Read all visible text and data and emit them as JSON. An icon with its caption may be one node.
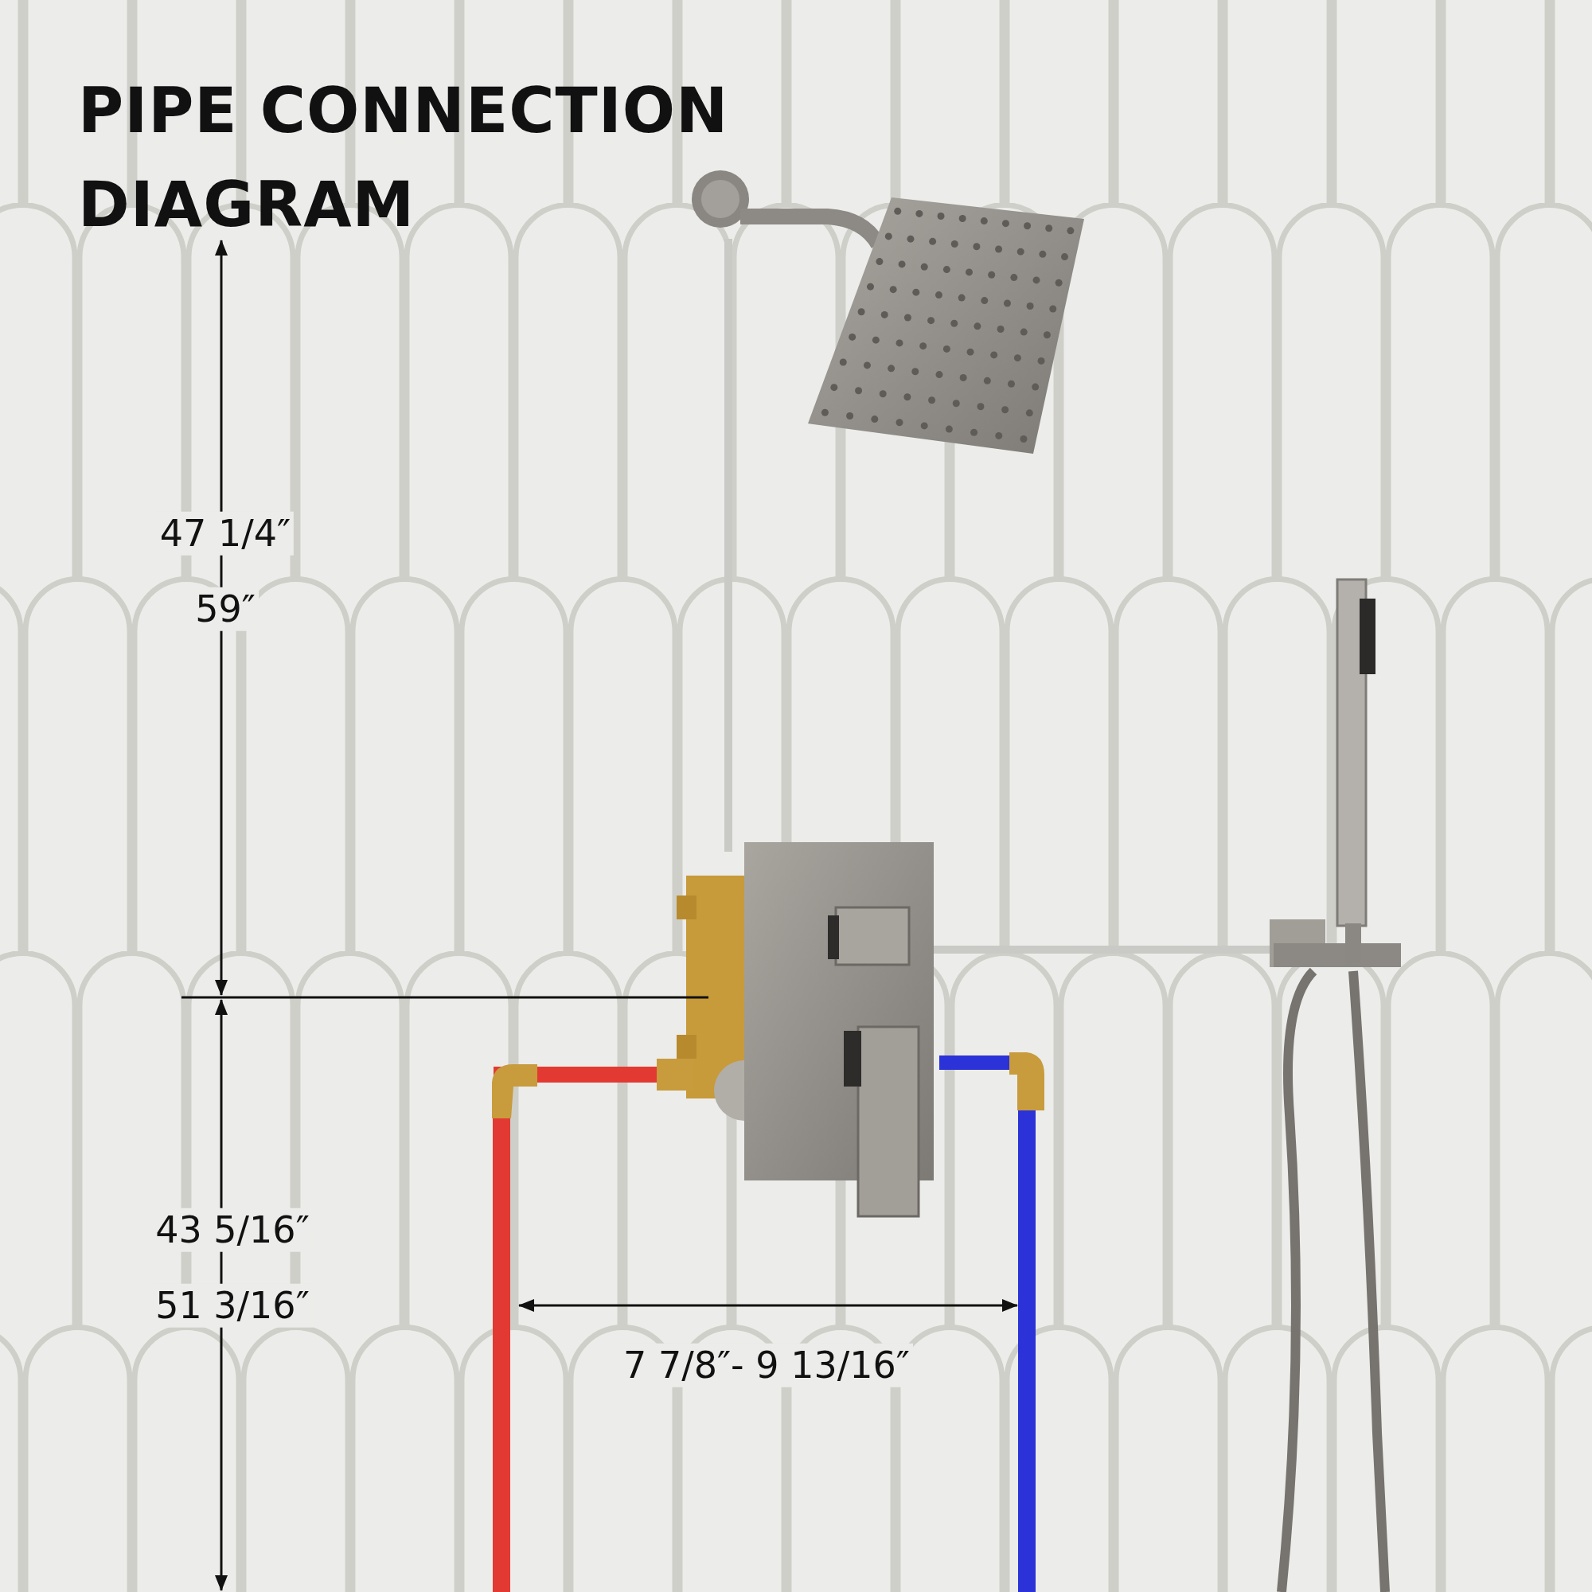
{
  "diagram": {
    "title": "PIPE CONNECTION DIAGRAM",
    "labels": [
      "47 1/4″",
      "59″",
      "43 5/16″",
      "51 3/16″",
      "7 7/8″- 9 13/16″"
    ]
  }
}
